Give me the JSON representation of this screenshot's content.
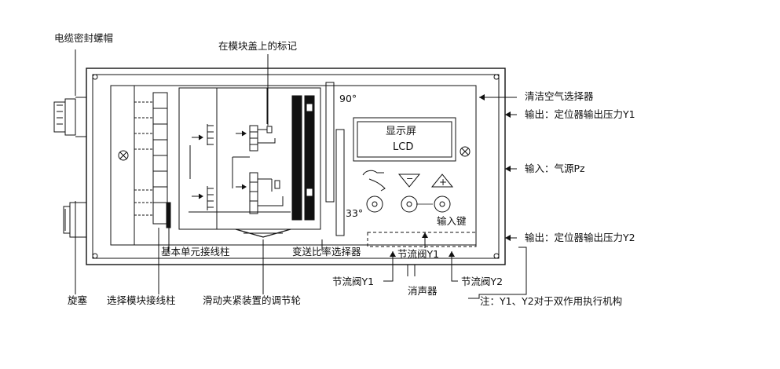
{
  "labels": {
    "cable_gland": "电缆密封螺帽",
    "module_cover_mark": "在模块盖上的标记",
    "clean_air_selector": "清洁空气选择器",
    "output_y1": "输出：定位器输出压力Y1",
    "input_pz": "输入：气源Pz",
    "output_y2": "输出：定位器输出压力Y2",
    "angle_90": "90°",
    "angle_33": "33°",
    "display_line1": "显示屏",
    "display_line2": "LCD",
    "input_keys": "输入键",
    "basic_unit_terminal": "基本单元接线柱",
    "ratio_selector": "变送比率选择器",
    "throttle_y1_inner": "节流阀Y1",
    "throttle_y1_outer": "节流阀Y1",
    "muffler": "消声器",
    "throttle_y2": "节流阀Y2",
    "note": "注：Y1、Y2对于双作用执行机构",
    "plug": "旋塞",
    "option_module_terminal": "选择模块接线柱",
    "slip_clutch": "滑动夹紧装置的调节轮"
  },
  "keys": {
    "hand_icon": "hand-icon",
    "down_icon": "triangle-down-icon",
    "up_icon": "triangle-up-plus-icon",
    "minus_glyph": "−",
    "plus_glyph": "+"
  }
}
